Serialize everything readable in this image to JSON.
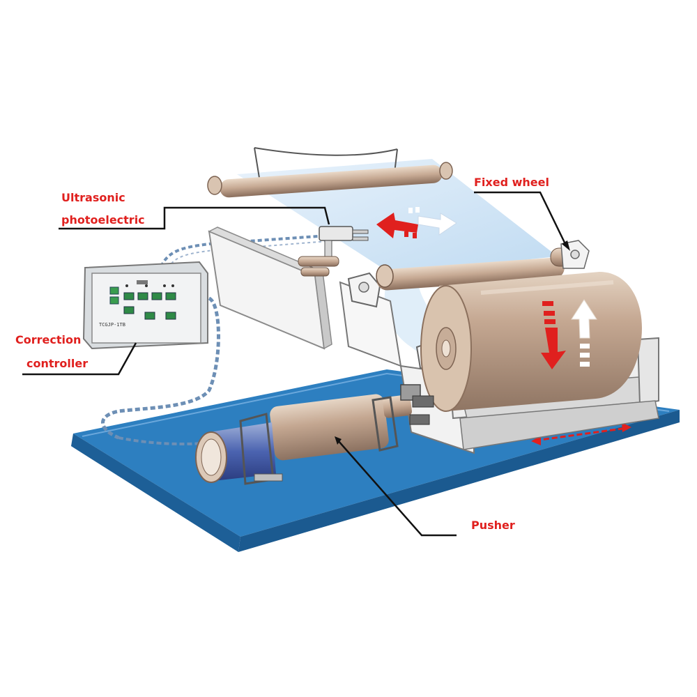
{
  "labels": {
    "ultrasonic_line1": "Ultrasonic",
    "ultrasonic_line2": "photoelectric",
    "fixed_wheel": "Fixed wheel",
    "correction_line1": "Correction",
    "correction_line2": "controller",
    "pusher": "Pusher"
  },
  "controller": {
    "model": "TCGJP-1TB"
  },
  "colors": {
    "label_text": "#e0201e",
    "base_plate": "#2d7fc0",
    "roll": "#b79a82",
    "film": "#cfe3f4",
    "arrow_red": "#e0201e",
    "leader_line": "#111111"
  }
}
